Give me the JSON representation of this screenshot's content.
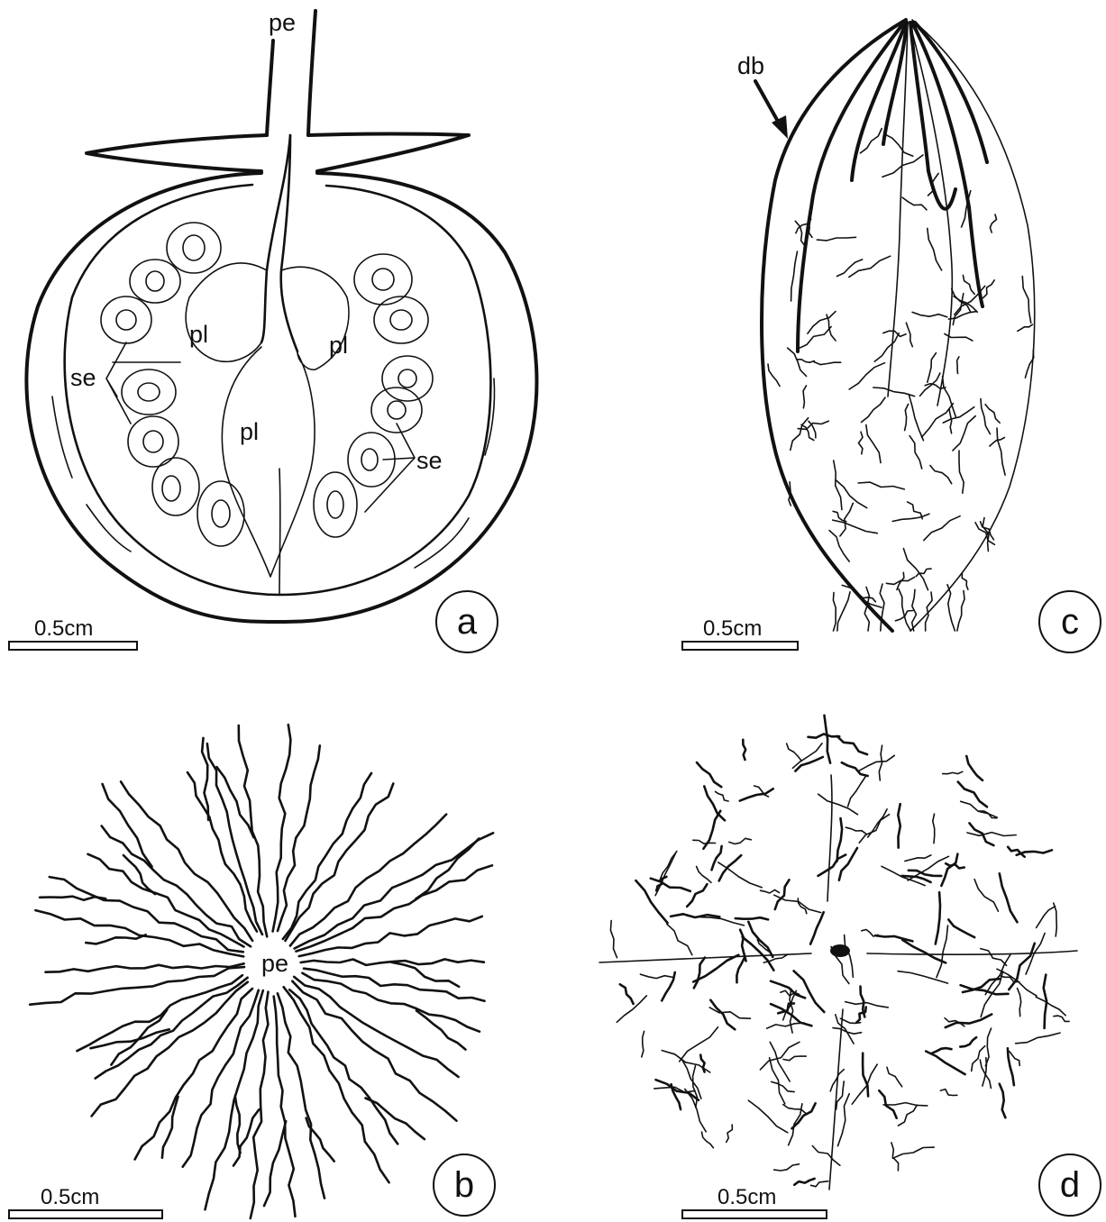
{
  "panels": [
    {
      "letter": "a",
      "scale": "0.5cm",
      "labels": {
        "pe": "pe",
        "pl_left": "pl",
        "pl_right": "pl",
        "pl_center": "pl",
        "se_left": "se",
        "se_right": "se"
      }
    },
    {
      "letter": "b",
      "scale": "0.5cm",
      "labels": {
        "pe": "pe"
      }
    },
    {
      "letter": "c",
      "scale": "0.5cm",
      "labels": {
        "db": "db"
      }
    },
    {
      "letter": "d",
      "scale": "0.5cm",
      "labels": {}
    }
  ],
  "colors": {
    "ink": "#111111",
    "background": "#ffffff"
  }
}
